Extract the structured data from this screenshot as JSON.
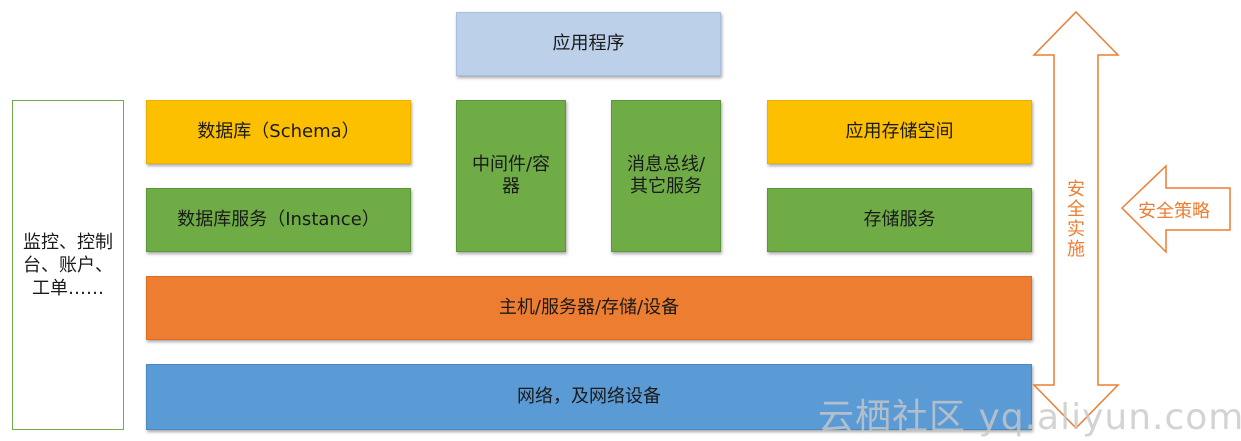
{
  "top": {
    "app": "应用程序"
  },
  "row1": {
    "db_schema": "数据库（Schema）",
    "middleware": "中间件/容器",
    "message_bus": "消息总线/其它服务",
    "app_storage": "应用存储空间"
  },
  "row2": {
    "db_service": "数据库服务（Instance）",
    "storage_service": "存储服务"
  },
  "host_layer": "主机/服务器/存储/设备",
  "network_layer": "网络，及网络设备",
  "side_panel": "监控、控制台、账户、工单……",
  "security": {
    "implementation": "安全实施",
    "policy": "安全策略"
  },
  "watermark": "云栖社区 yq.aliyun.com",
  "colors": {
    "accent_orange": "#ed7d31",
    "green": "#6fac46",
    "yellow": "#fdc000",
    "blue": "#5b9bd5",
    "light_blue": "#bcd0ea"
  }
}
